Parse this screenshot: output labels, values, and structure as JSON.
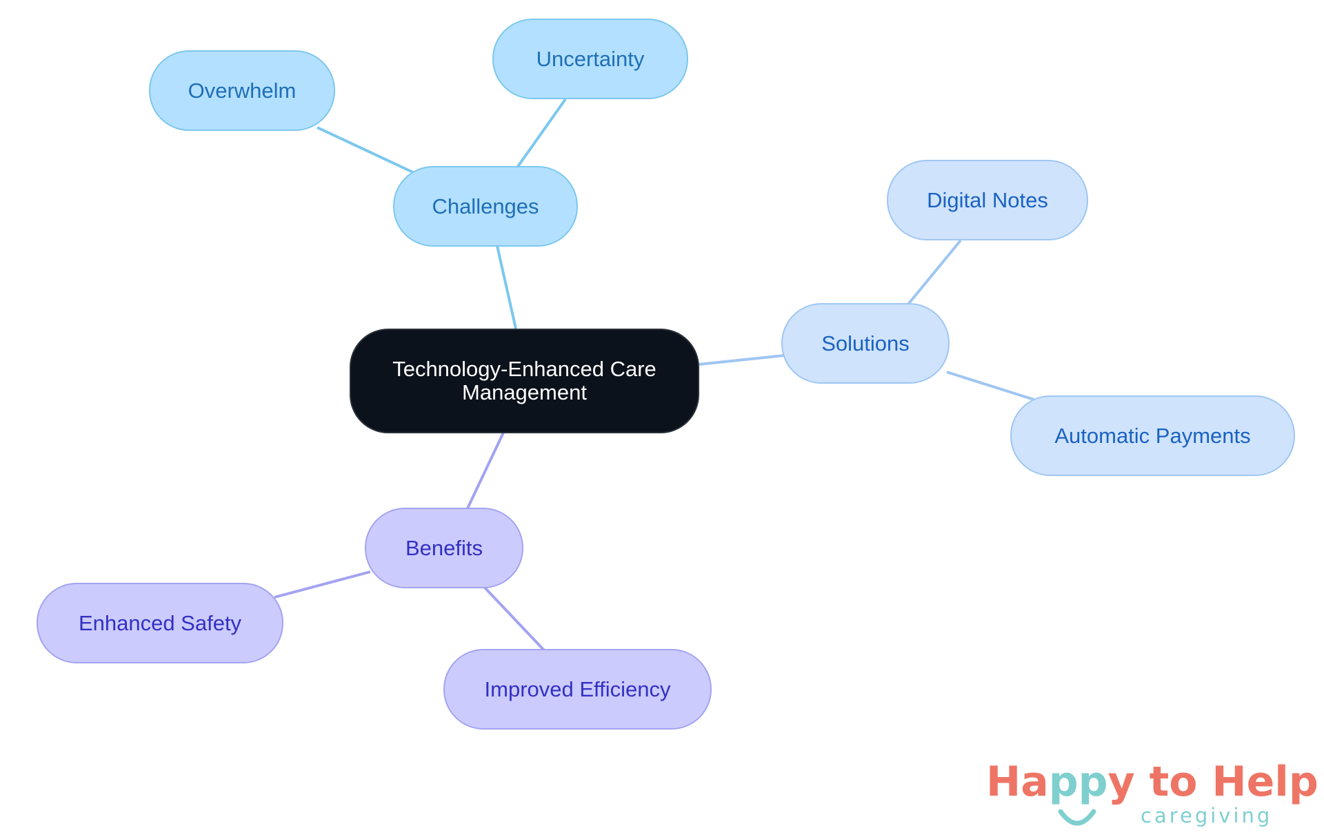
{
  "diagram": {
    "root": {
      "label": "Technology-Enhanced Care Management"
    },
    "branches": [
      {
        "label": "Challenges",
        "color": "#7cc7ee",
        "children": [
          {
            "label": "Uncertainty"
          },
          {
            "label": "Overwhelm"
          }
        ]
      },
      {
        "label": "Solutions",
        "color": "#9fc6f2",
        "children": [
          {
            "label": "Digital Notes"
          },
          {
            "label": "Automatic Payments"
          }
        ]
      },
      {
        "label": "Benefits",
        "color": "#a3a3f2",
        "children": [
          {
            "label": "Enhanced Safety"
          },
          {
            "label": "Improved Efficiency"
          }
        ]
      }
    ]
  },
  "logo": {
    "name_part_1": "Ha",
    "name_part_2": "pp",
    "name_part_3": "y to Help",
    "tagline": "caregiving",
    "colors": {
      "coral": "#ee7565",
      "teal": "#7fcfcf"
    }
  }
}
